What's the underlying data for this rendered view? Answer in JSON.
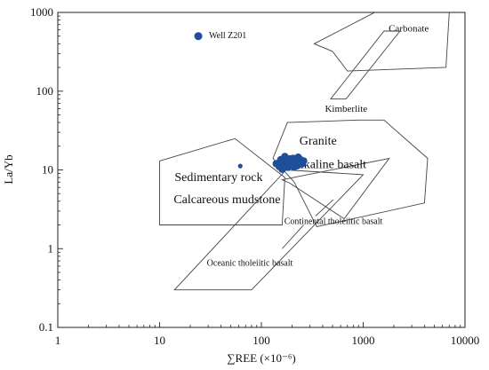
{
  "chart_data": {
    "type": "scatter",
    "xscale": "log",
    "yscale": "log",
    "xlim": [
      1,
      10000
    ],
    "ylim": [
      0.1,
      1000
    ],
    "xlabel": "∑REE (×10⁻⁶)",
    "ylabel": "La/Yb",
    "xticks": [
      "1",
      "10",
      "100",
      "1000",
      "10000"
    ],
    "yticks": [
      "0.1",
      "1",
      "10",
      "100",
      "1000"
    ],
    "legend": {
      "label": "Well Z201",
      "placement": "top-left"
    },
    "colors": {
      "points": "#1f4e9a",
      "lines": "#444444",
      "frame": "#222222"
    },
    "regions": [
      {
        "label": "Carbonate",
        "polygon": [
          [
            330,
            400
          ],
          [
            1300,
            1000
          ],
          [
            7000,
            1000
          ],
          [
            6500,
            200
          ],
          [
            700,
            180
          ],
          [
            500,
            320
          ]
        ]
      },
      {
        "label": "Kimberlite",
        "polygon": [
          [
            480,
            80
          ],
          [
            680,
            80
          ],
          [
            2300,
            580
          ],
          [
            1600,
            580
          ]
        ]
      },
      {
        "label": "Granite",
        "polygon": [
          [
            180,
            40
          ],
          [
            130,
            14
          ],
          [
            210,
            7
          ],
          [
            350,
            1.9
          ],
          [
            4000,
            3.8
          ],
          [
            4300,
            14
          ],
          [
            1600,
            43
          ],
          [
            900,
            43
          ]
        ]
      },
      {
        "label": "Alkaline basalt",
        "polygon": [
          [
            160,
            7.5
          ],
          [
            1800,
            14
          ],
          [
            650,
            2.4
          ],
          [
            190,
            6.8
          ]
        ]
      },
      {
        "label": "Sedimentary rock",
        "polygon": [
          [
            10,
            13
          ],
          [
            55,
            25
          ],
          [
            170,
            8
          ],
          [
            160,
            2
          ],
          [
            10,
            2
          ]
        ]
      },
      {
        "label": "Oceanic tholeiitic basalt",
        "polygon": [
          [
            175,
            10
          ],
          [
            14,
            0.3
          ],
          [
            80,
            0.3
          ],
          [
            1000,
            8.7
          ]
        ]
      }
    ],
    "lines": [
      {
        "label": "Continental tholeiitic basalt",
        "points": [
          [
            340,
            2.6
          ],
          [
            510,
            4.2
          ]
        ]
      },
      {
        "label": "Oceanic tholeiitic basalt",
        "points": [
          [
            160,
            1
          ],
          [
            260,
            2
          ]
        ]
      }
    ],
    "labels": [
      {
        "text": "Carbonate",
        "x": 2800,
        "y": 570,
        "size": "sm",
        "anchor": "middle"
      },
      {
        "text": "Kimberlite",
        "x": 680,
        "y": 55,
        "size": "sm",
        "anchor": "middle"
      },
      {
        "text": "Granite",
        "x": 360,
        "y": 21,
        "size": "lg",
        "anchor": "middle"
      },
      {
        "text": "Alkaline basalt",
        "x": 460,
        "y": 10.6,
        "size": "lg",
        "anchor": "middle"
      },
      {
        "text": "Sedimentary rock",
        "x": 38,
        "y": 7.2,
        "size": "lg",
        "anchor": "middle"
      },
      {
        "text": "Calcareous mudstone",
        "x": 46,
        "y": 3.8,
        "size": "lg",
        "anchor": "middle"
      },
      {
        "text": "Continental tholeiitic basalt",
        "x": 510,
        "y": 2.05,
        "size": "xs",
        "anchor": "middle"
      },
      {
        "text": "Oceanic tholeiitic basalt",
        "x": 77,
        "y": 0.61,
        "size": "xs",
        "anchor": "middle"
      }
    ],
    "series": [
      {
        "points": [
          [
            62,
            11.2
          ]
        ],
        "markerSize": "small"
      },
      {
        "name": "Well Z201",
        "markerSize": "large",
        "points": [
          [
            140,
            12.0
          ],
          [
            150,
            11.0
          ],
          [
            155,
            13.5
          ],
          [
            160,
            10.2
          ],
          [
            165,
            12.5
          ],
          [
            170,
            14.8
          ],
          [
            172,
            11.8
          ],
          [
            178,
            13.0
          ],
          [
            182,
            10.8
          ],
          [
            185,
            12.2
          ],
          [
            190,
            13.8
          ],
          [
            195,
            11.5
          ],
          [
            200,
            12.8
          ],
          [
            205,
            14.0
          ],
          [
            210,
            10.9
          ],
          [
            215,
            12.0
          ],
          [
            220,
            13.2
          ],
          [
            225,
            11.3
          ],
          [
            230,
            14.5
          ],
          [
            235,
            12.6
          ],
          [
            240,
            13.6
          ],
          [
            250,
            11.9
          ],
          [
            260,
            13.0
          ]
        ]
      }
    ],
    "legend_marker": {
      "x": 24,
      "y": 500
    }
  }
}
